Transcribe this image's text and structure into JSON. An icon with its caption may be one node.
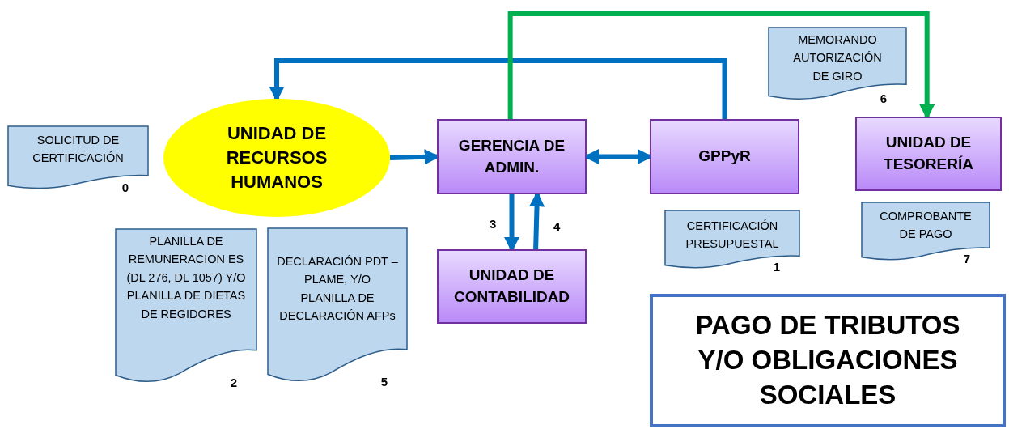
{
  "diagram": {
    "title": "PAGO DE TRIBUTOS Y/O OBLIGACIONES SOCIALES",
    "nodes": [
      {
        "text": [
          "UNIDAD DE RECURSOS HUMANOS"
        ]
      },
      {
        "text": [
          "GERENCIA DE ADMIN."
        ]
      },
      {
        "text": [
          "GPPyR"
        ]
      },
      {
        "text": [
          "UNIDAD DE TESORERÍA"
        ]
      },
      {
        "text": [
          "UNIDAD DE CONTABILIDAD"
        ]
      },
      {
        "text": [
          "SOLICITUD DE CERTIFICACIÓN"
        ],
        "beside": [
          "0"
        ]
      },
      {
        "text": [
          "PLANILLA DE REMUNERACION ES (DL 276, DL 1057) Y/O PLANILLA DE DIETAS DE REGIDORES"
        ],
        "beside": [
          "2"
        ]
      },
      {
        "text": [
          "DECLARACIÓN PDT – PLAME, Y/O PLANILLA DE DECLARACIÓN AFPs"
        ],
        "beside": [
          "5"
        ]
      },
      {
        "text": [
          "CERTIFICACIÓN PRESUPUESTAL"
        ],
        "beside": [
          "1"
        ]
      },
      {
        "text": [
          "MEMORANDO AUTORIZACIÓN DE GIRO"
        ],
        "beside": [
          "6"
        ]
      },
      {
        "text": [
          "COMPROBANTE DE PAGO"
        ],
        "beside": [
          "7"
        ]
      }
    ],
    "edges": [
      {
        "from": 0,
        "to": 1,
        "arrow": "to"
      },
      {
        "from": 1,
        "to": 2,
        "arrow": "both"
      },
      {
        "from": 2,
        "to": 0,
        "arrow": "to"
      },
      {
        "from": 1,
        "to": 3,
        "arrow": "to",
        "color": "#00b050"
      },
      {
        "from": 1,
        "to": 4,
        "arrow": "to",
        "label": "3"
      },
      {
        "from": 4,
        "to": 1,
        "arrow": "to",
        "label": "4"
      }
    ]
  }
}
